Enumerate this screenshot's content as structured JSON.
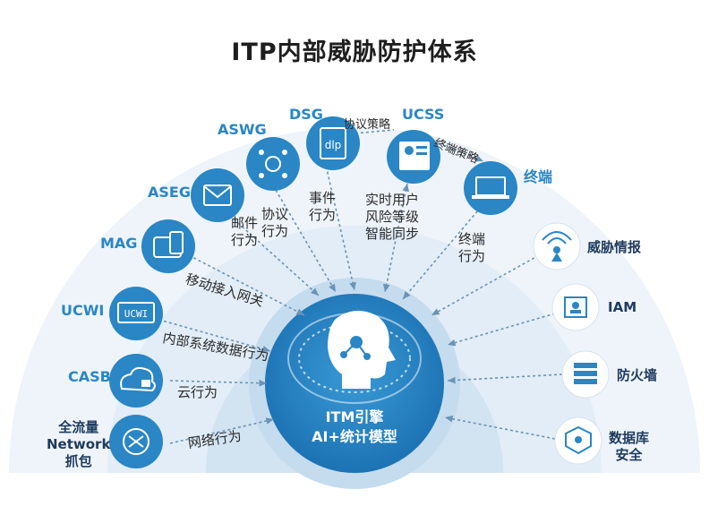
{
  "title": "ITP内部威胁防护体系",
  "engine": {
    "line1": "ITM引擎",
    "line2": "AI+统计模型"
  },
  "sources": [
    {
      "id": "mag",
      "label": "MAG"
    },
    {
      "id": "aseg",
      "label": "ASEG"
    },
    {
      "id": "aswg",
      "label": "ASWG"
    },
    {
      "id": "dsg",
      "label": "DSG"
    },
    {
      "id": "ucss",
      "label": "UCSS"
    },
    {
      "id": "terminal",
      "label": "终端"
    },
    {
      "id": "ucwi",
      "label": "UCWI"
    },
    {
      "id": "casb",
      "label": "CASB"
    },
    {
      "id": "fullflow",
      "label": [
        "全流量",
        "Network",
        "抓包"
      ]
    }
  ],
  "flows": {
    "mobile": "移动接入网关",
    "internal": "内部系统数据行为",
    "cloud": "云行为",
    "network": "网络行为",
    "mail": [
      "邮件",
      "行为"
    ],
    "protocol": [
      "协议",
      "行为"
    ],
    "event": [
      "事件",
      "行为"
    ],
    "realtime": [
      "实时用户",
      "风险等级",
      "智能同步"
    ],
    "endpoint": [
      "终端",
      "行为"
    ],
    "protocol_policy": "协议策略",
    "endpoint_policy": "终端策略"
  },
  "right_sources": [
    {
      "id": "threat",
      "label": "威胁情报"
    },
    {
      "id": "iam",
      "label": "IAM"
    },
    {
      "id": "firewall",
      "label": "防火墙"
    },
    {
      "id": "dbsec",
      "label": [
        "数据库",
        "安全"
      ]
    }
  ],
  "colors": {
    "primary": "#2a86c4",
    "circle": "#2589c9",
    "ring_outer": "#e8f1f9",
    "ring_mid": "#d6e6f3",
    "ring_inner": "#b9d5ec",
    "arrow": "#6a93b6"
  }
}
